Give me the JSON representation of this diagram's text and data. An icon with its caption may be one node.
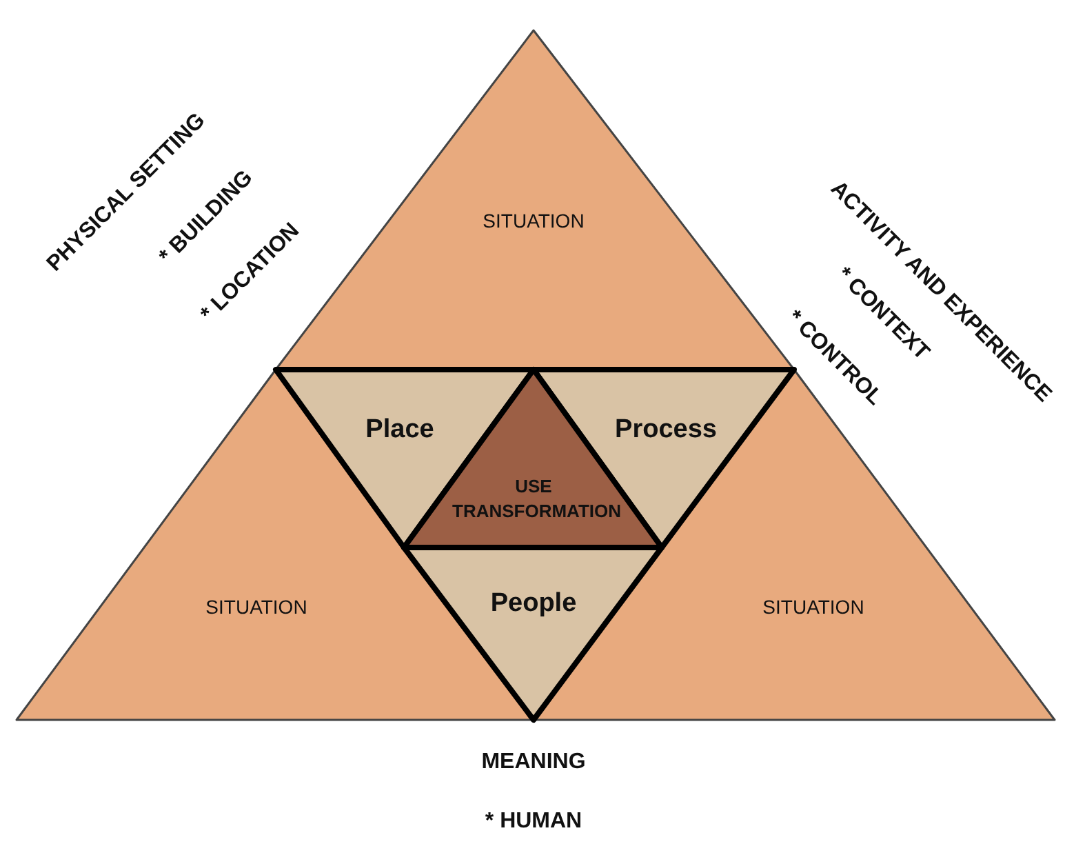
{
  "diagram": {
    "nodes": [
      {
        "text": [
          "SITUATION"
        ]
      },
      {
        "text": [
          "Place"
        ]
      },
      {
        "text": [
          "USE TRANSFORMATION"
        ]
      },
      {
        "text": [
          "Process"
        ]
      },
      {
        "text": [
          "SITUATION"
        ]
      },
      {
        "text": [
          "People"
        ]
      },
      {
        "text": [
          "SITUATION"
        ]
      }
    ],
    "labels": [
      "PHYSICAL SETTING",
      "* BUILDING",
      "* LOCATION",
      "ACTIVITY AND EXPERIENCE",
      "* CONTEXT",
      "* CONTROL",
      "MEANING",
      "* HUMAN"
    ]
  }
}
